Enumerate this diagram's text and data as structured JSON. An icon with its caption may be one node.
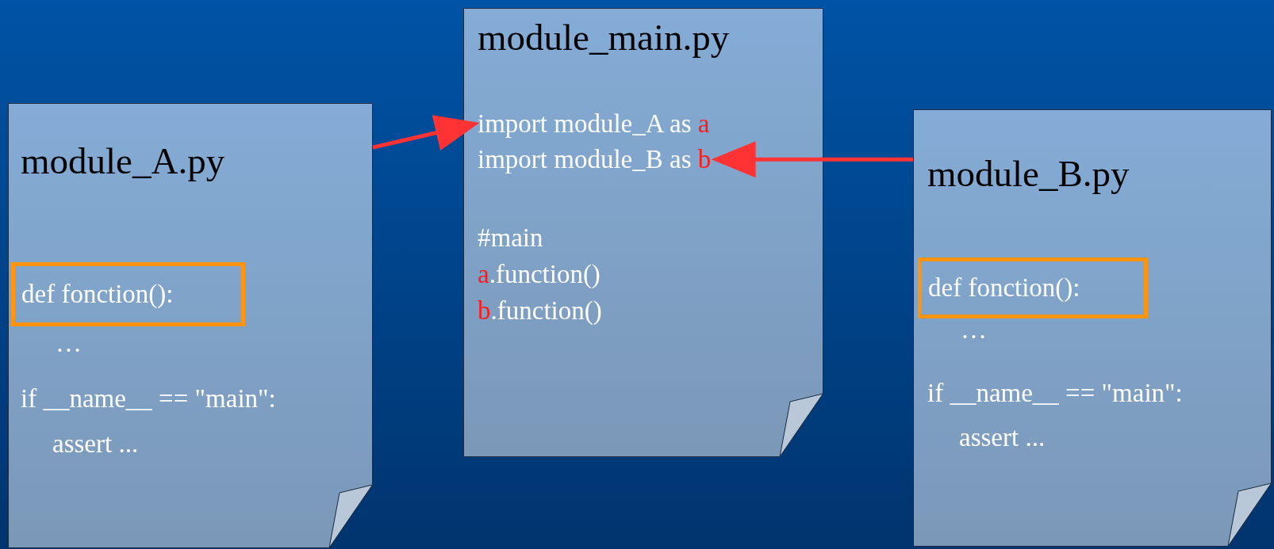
{
  "diagram": {
    "nodes": [
      {
        "text": [
          "module_A.py",
          "…",
          "if __name__ == \"main\":",
          "assert ..."
        ]
      },
      {
        "text": [
          "def fonction():"
        ],
        "in": 0
      },
      {
        "text": [
          "module_main.py",
          "#main",
          "a.function()",
          "b.function()"
        ]
      },
      {
        "text": [
          "import module_A as a"
        ],
        "in": 2
      },
      {
        "text": [
          "import module_B as b"
        ],
        "in": 2
      },
      {
        "text": [
          "module_B.py",
          "…",
          "if __name__ == \"main\":",
          "assert ..."
        ]
      },
      {
        "text": [
          "def fonction():"
        ],
        "in": 5
      }
    ],
    "edges": [
      {
        "from": 0,
        "to": 3,
        "arrow": "to"
      },
      {
        "from": 5,
        "to": 4,
        "arrow": "to"
      }
    ]
  }
}
